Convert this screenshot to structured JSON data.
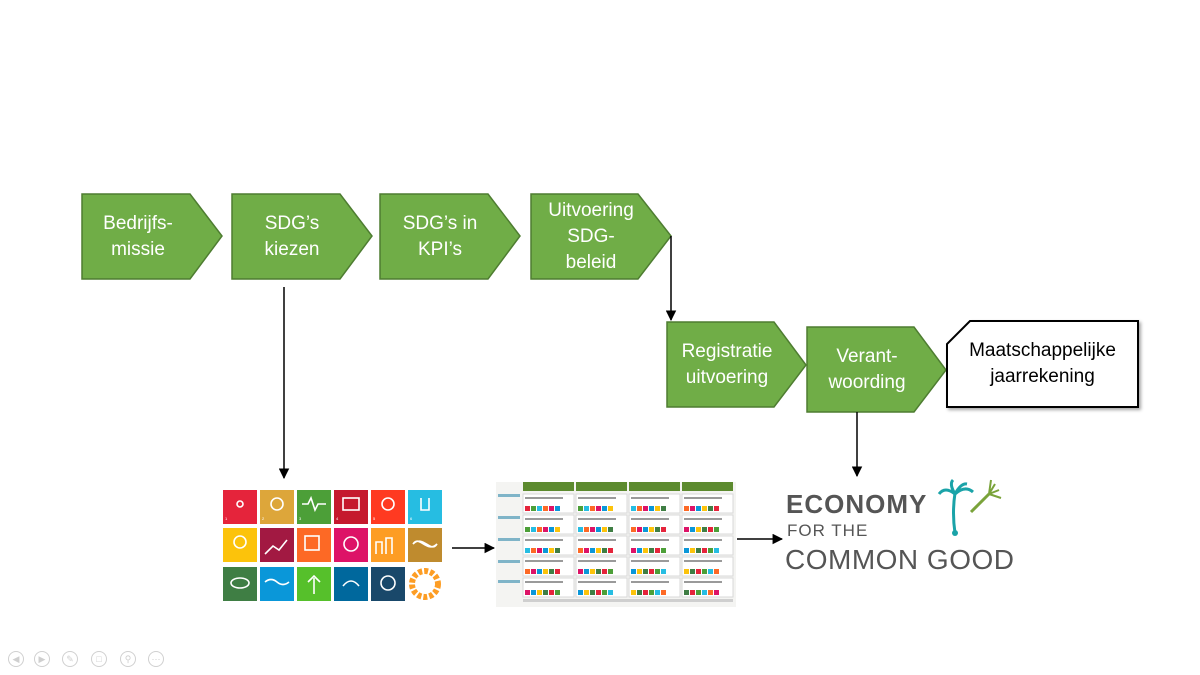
{
  "flow": {
    "steps": [
      "Bedrijfs-\nmissie",
      "SDG’s\nkiezen",
      "SDG’s in\nKPI’s",
      "Uitvoering\nSDG-\nbeleid",
      "Registratie\nuitvoering",
      "Verant-\nwoording"
    ],
    "final": "Maatschappelijke\njaarrekening"
  },
  "ecg_logo": {
    "line1": "ECONOMY",
    "line2": "FOR THE",
    "line3": "COMMON GOOD"
  },
  "colors": {
    "step_fill": "#70ad47",
    "step_border": "#4e7d31",
    "ecg_text": "#555555",
    "ecg_palm": "#1aa3a8",
    "ecg_dandelion": "#7aa33a"
  },
  "icons": [
    "sdg-grid-image",
    "ecg-matrix-image",
    "palm-icon",
    "dandelion-icon",
    "prev-icon",
    "next-icon",
    "pen-icon",
    "copy-icon",
    "zoom-icon",
    "more-icon"
  ]
}
